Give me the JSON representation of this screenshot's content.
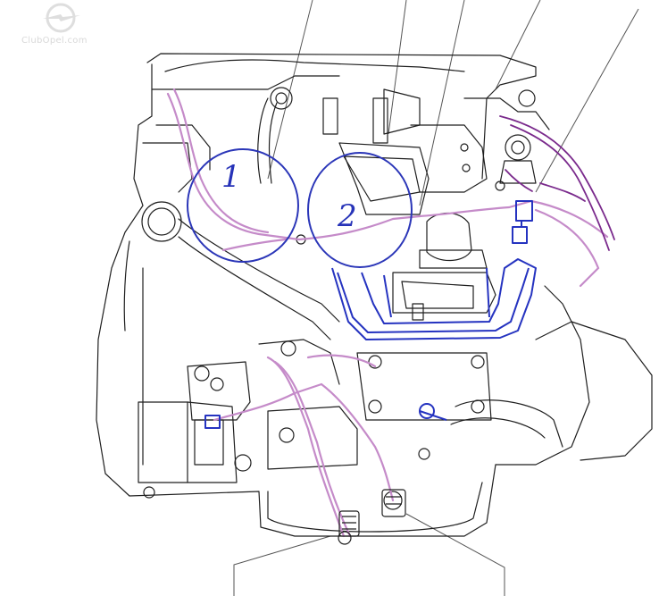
{
  "watermark": {
    "text": "ClubOpel.com",
    "icon": "opel-lightning-ring-logo"
  },
  "annotations": {
    "circle_1_number": "1",
    "circle_2_number": "2"
  },
  "colors": {
    "line_art": "#1f1f1f",
    "harness_pink": "#c58bc9",
    "harness_purple": "#7a2a8c",
    "annotation_blue": "#2b36b8",
    "coolant_blue": "#2533c0",
    "background": "#ffffff"
  }
}
